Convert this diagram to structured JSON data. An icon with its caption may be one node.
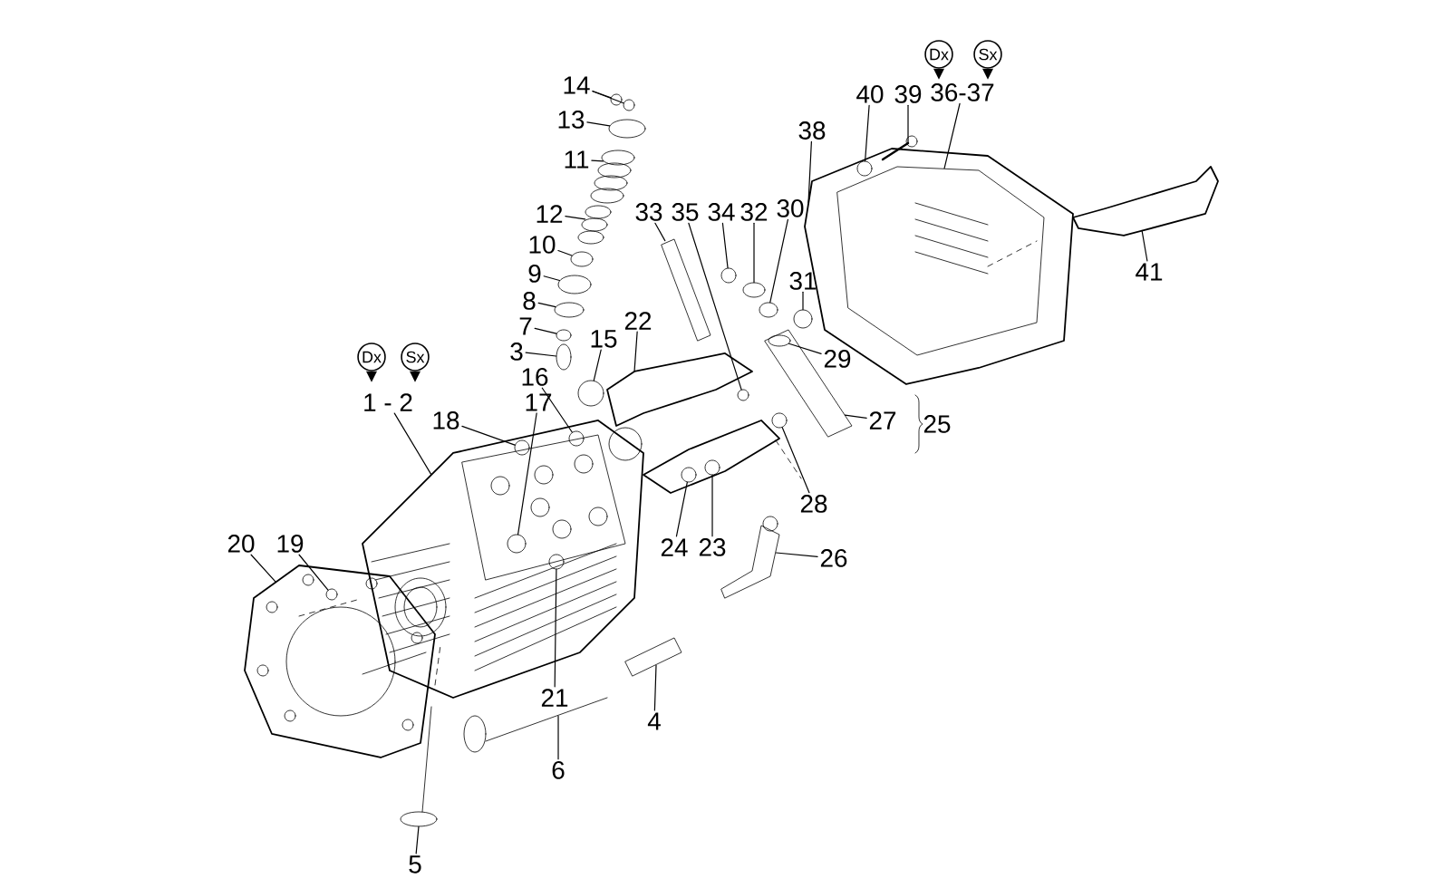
{
  "diagram": {
    "nodes": [
      {
        "text": [
          "Dx"
        ]
      },
      {
        "text": [
          "Sx"
        ]
      },
      {
        "text": [
          "1 - 2"
        ]
      },
      {
        "text": [
          "3"
        ]
      },
      {
        "text": [
          "4"
        ]
      },
      {
        "text": [
          "5"
        ]
      },
      {
        "text": [
          "6"
        ]
      },
      {
        "text": [
          "7"
        ]
      },
      {
        "text": [
          "8"
        ]
      },
      {
        "text": [
          "9"
        ]
      },
      {
        "text": [
          "10"
        ]
      },
      {
        "text": [
          "11"
        ]
      },
      {
        "text": [
          "12"
        ]
      },
      {
        "text": [
          "13"
        ]
      },
      {
        "text": [
          "14"
        ]
      },
      {
        "text": [
          "15"
        ]
      },
      {
        "text": [
          "16"
        ]
      },
      {
        "text": [
          "17"
        ]
      },
      {
        "text": [
          "18"
        ]
      },
      {
        "text": [
          "19"
        ]
      },
      {
        "text": [
          "20"
        ]
      },
      {
        "text": [
          "21"
        ]
      },
      {
        "text": [
          "22"
        ]
      },
      {
        "text": [
          "23"
        ]
      },
      {
        "text": [
          "24"
        ]
      },
      {
        "text": [
          "26"
        ]
      },
      {
        "text": [
          "27"
        ]
      },
      {
        "text": [
          "28"
        ]
      },
      {
        "text": [
          "29"
        ]
      },
      {
        "text": [
          "30"
        ]
      },
      {
        "text": [
          "31"
        ]
      },
      {
        "text": [
          "32"
        ]
      },
      {
        "text": [
          "33"
        ]
      },
      {
        "text": [
          "34"
        ]
      },
      {
        "text": [
          "35"
        ]
      },
      {
        "text": [
          "Dx"
        ]
      },
      {
        "text": [
          "Sx"
        ]
      },
      {
        "text": [
          "36-37"
        ]
      },
      {
        "text": [
          "38"
        ]
      },
      {
        "text": [
          "39"
        ]
      },
      {
        "text": [
          "40"
        ]
      },
      {
        "text": [
          "41"
        ]
      },
      {
        "text": [],
        "shape": "picture"
      },
      {
        "text": [],
        "shape": "circle"
      },
      {
        "text": [],
        "shape": "picture"
      },
      {
        "text": [],
        "shape": "picture"
      },
      {
        "text": [],
        "shape": "picture"
      },
      {
        "text": [],
        "shape": "circle"
      },
      {
        "text": [],
        "shape": "circle"
      },
      {
        "text": [],
        "shape": "circle"
      },
      {
        "text": [],
        "shape": "circle"
      },
      {
        "text": [],
        "shape": "picture"
      },
      {
        "text": [],
        "shape": "picture"
      },
      {
        "text": [],
        "shape": "circle"
      },
      {
        "text": [],
        "shape": "circle"
      },
      {
        "text": [],
        "shape": "circle"
      },
      {
        "text": [],
        "shape": "circle"
      },
      {
        "text": [],
        "shape": "circle",
        "in": 42
      },
      {
        "text": [],
        "shape": "circle",
        "in": 42
      },
      {
        "text": [],
        "shape": "circle",
        "in": 42
      },
      {
        "text": [],
        "shape": "circle",
        "in": 61
      },
      {
        "text": [],
        "shape": "picture"
      },
      {
        "text": [],
        "shape": "circle",
        "in": 42
      },
      {
        "text": [],
        "shape": "picture"
      },
      {
        "text": [],
        "shape": "circle"
      },
      {
        "text": [],
        "shape": "circle"
      },
      {
        "text": [],
        "shape": "picture"
      },
      {
        "text": [],
        "shape": "picture"
      },
      {
        "text": [],
        "shape": "circle"
      },
      {
        "text": [],
        "shape": "circle",
        "in": 67
      },
      {
        "text": [],
        "shape": "circle"
      },
      {
        "text": [],
        "shape": "circle"
      },
      {
        "text": [],
        "shape": "circle"
      },
      {
        "text": [],
        "shape": "picture"
      },
      {
        "text": [],
        "shape": "circle"
      },
      {
        "text": [],
        "shape": "circle"
      },
      {
        "text": [],
        "shape": "picture",
        "in": 77
      },
      {
        "text": [],
        "shape": "picture"
      },
      {
        "text": [],
        "shape": "picture"
      },
      {
        "text": [],
        "shape": "circle",
        "in": 77
      },
      {
        "text": [],
        "shape": "picture"
      }
    ],
    "edges": [
      {
        "from": 2,
        "to": 42,
        "arrow": "none"
      },
      {
        "from": 3,
        "to": 43,
        "arrow": "none"
      },
      {
        "from": 4,
        "to": 44,
        "arrow": "none"
      },
      {
        "from": 5,
        "to": 45,
        "arrow": "none"
      },
      {
        "from": 6,
        "to": 46,
        "arrow": "none"
      },
      {
        "from": 7,
        "to": 47,
        "arrow": "none"
      },
      {
        "from": 8,
        "to": 48,
        "arrow": "none"
      },
      {
        "from": 9,
        "to": 49,
        "arrow": "none"
      },
      {
        "from": 10,
        "to": 50,
        "arrow": "none"
      },
      {
        "from": 11,
        "to": 51,
        "arrow": "none"
      },
      {
        "from": 12,
        "to": 52,
        "arrow": "none"
      },
      {
        "from": 13,
        "to": 53,
        "arrow": "none"
      },
      {
        "from": 14,
        "to": 54,
        "arrow": "none"
      },
      {
        "from": 14,
        "to": 55,
        "arrow": "none"
      },
      {
        "from": 15,
        "to": 56,
        "arrow": "none"
      },
      {
        "from": 16,
        "to": 57,
        "arrow": "none"
      },
      {
        "from": 17,
        "to": 58,
        "arrow": "none"
      },
      {
        "from": 18,
        "to": 59,
        "arrow": "none"
      },
      {
        "from": 19,
        "to": 60,
        "arrow": "none"
      },
      {
        "from": 20,
        "to": 61,
        "arrow": "none"
      },
      {
        "from": 21,
        "to": 62,
        "arrow": "none"
      },
      {
        "from": 22,
        "to": 63,
        "arrow": "none"
      },
      {
        "from": 23,
        "to": 64,
        "arrow": "none"
      },
      {
        "from": 24,
        "to": 65,
        "arrow": "none"
      },
      {
        "from": 25,
        "to": 66,
        "arrow": "none"
      },
      {
        "from": 26,
        "to": 67,
        "arrow": "none"
      },
      {
        "from": 27,
        "to": 68,
        "arrow": "none"
      },
      {
        "from": 28,
        "to": 69,
        "arrow": "none"
      },
      {
        "from": 29,
        "to": 70,
        "arrow": "none"
      },
      {
        "from": 30,
        "to": 71,
        "arrow": "none"
      },
      {
        "from": 31,
        "to": 72,
        "arrow": "none"
      },
      {
        "from": 32,
        "to": 73,
        "arrow": "none"
      },
      {
        "from": 33,
        "to": 74,
        "arrow": "none"
      },
      {
        "from": 34,
        "to": 75,
        "arrow": "none"
      },
      {
        "from": 37,
        "to": 76,
        "arrow": "none"
      },
      {
        "from": 38,
        "to": 77,
        "arrow": "none"
      },
      {
        "from": 39,
        "to": 78,
        "arrow": "none"
      },
      {
        "from": 40,
        "to": 79,
        "arrow": "none"
      },
      {
        "from": 41,
        "to": 80,
        "arrow": "none"
      }
    ],
    "labels": [
      "25"
    ]
  }
}
